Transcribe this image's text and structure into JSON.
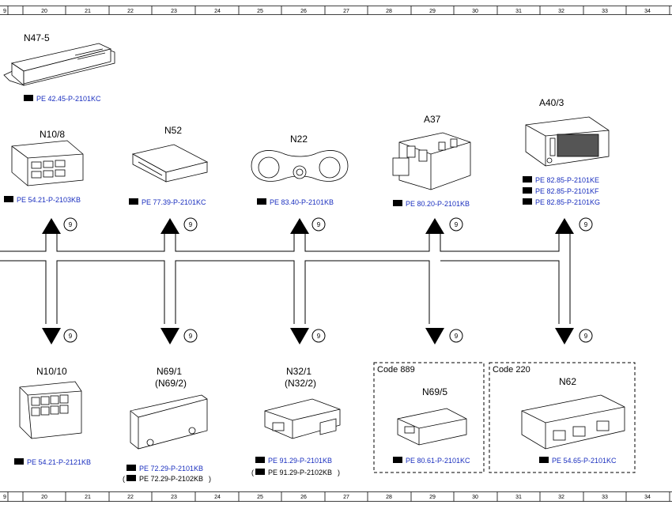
{
  "ruler": {
    "numbers": [
      "9",
      "20",
      "21",
      "22",
      "23",
      "24",
      "25",
      "26",
      "27",
      "28",
      "29",
      "30",
      "31",
      "32",
      "33",
      "34"
    ]
  },
  "components": {
    "n47_5": {
      "label": "N47-5",
      "refs": [
        "PE 42.45-P-2101KC"
      ]
    },
    "n10_8": {
      "label": "N10/8",
      "refs": [
        "PE 54.21-P-2103KB"
      ]
    },
    "n52": {
      "label": "N52",
      "refs": [
        "PE 77.39-P-2101KC"
      ]
    },
    "n22": {
      "label": "N22",
      "refs": [
        "PE 83.40-P-2101KB"
      ]
    },
    "a37": {
      "label": "A37",
      "refs": [
        "PE 80.20-P-2101KB"
      ]
    },
    "a40_3": {
      "label": "A40/3",
      "refs": [
        "PE 82.85-P-2101KE",
        "PE 82.85-P-2101KF",
        "PE 82.85-P-2101KG"
      ]
    },
    "n10_10": {
      "label": "N10/10",
      "refs": [
        "PE 54.21-P-2121KB"
      ]
    },
    "n69_1": {
      "label": "N69/1",
      "label2": "(N69/2)",
      "refs": [
        "PE 72.29-P-2101KB"
      ],
      "refs_alt": [
        "PE 72.29-P-2102KB"
      ]
    },
    "n32_1": {
      "label": "N32/1",
      "label2": "(N32/2)",
      "refs": [
        "PE 91.29-P-2101KB"
      ],
      "refs_alt": [
        "PE 91.29-P-2102KB"
      ]
    },
    "n69_5": {
      "label": "N69/5",
      "refs": [
        "PE 80.61-P-2101KC"
      ]
    },
    "n62": {
      "label": "N62",
      "refs": [
        "PE 54.65-P-2101KC"
      ]
    }
  },
  "code_boxes": {
    "code889": "Code 889",
    "code220": "Code 220"
  },
  "bus_badge": "9"
}
